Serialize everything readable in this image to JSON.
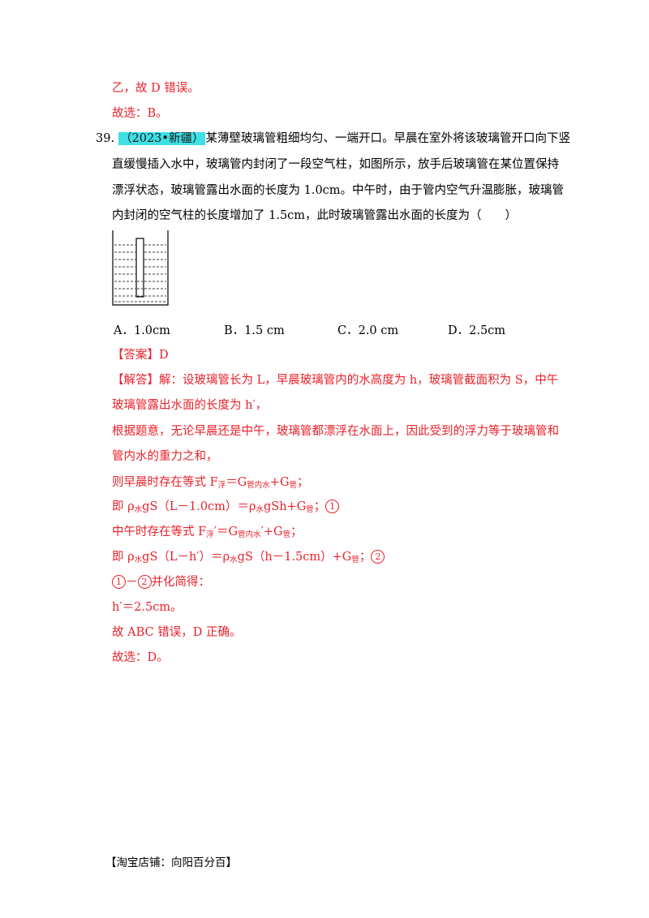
{
  "top_lines": {
    "l1": "乙，故 D 错误。",
    "l2": "故选：B。"
  },
  "question": {
    "number": "39.",
    "tag": "（2023•新疆）",
    "line1_rest": "某薄壁玻璃管粗细均匀、一端开口。早晨在室外将该玻璃管开口向下竖",
    "line2": "直缓慢插入水中，玻璃管内封闭了一段空气柱，如图所示，放手后玻璃管在某位置保持",
    "line3": "漂浮状态，玻璃管露出水面的长度为 1.0cm。中午时，由于管内空气升温膨胀，玻璃管",
    "line4": "内封闭的空气柱的长度增加了 1.5cm，此时玻璃管露出水面的长度为（　　）"
  },
  "options": {
    "a": "A．1.0cm",
    "b": "B．1.5  cm",
    "c": "C．2.0  cm",
    "d": "D．2.5cm"
  },
  "answer": {
    "label": "【答案】",
    "value": "D"
  },
  "solution": {
    "label": "【解答】",
    "s1": "解：设玻璃管长为 L，早晨玻璃管内的水高度为 h，玻璃管截面积为 S，中午",
    "s2": "玻璃管露出水面的长度为 h′，",
    "s3": "根据题意，无论早晨还是中午，玻璃管都漂浮在水面上，因此受到的浮力等于玻璃管和",
    "s4": "管内水的重力之和，",
    "eq1_a": "则早晨时存在等式 F",
    "eq1_sub1": "浮",
    "eq1_b": "＝G",
    "eq1_sub2": "管内水",
    "eq1_c": "+G",
    "eq1_sub3": "管",
    "eq1_d": "；",
    "eq2_a": "即 ρ",
    "eq2_sub1": "水",
    "eq2_b": "gS（L－1.0cm）＝ρ",
    "eq2_sub2": "水",
    "eq2_c": "gSh+G",
    "eq2_sub3": "管",
    "eq2_d": "；",
    "eq2_num": "1",
    "eq3_a": "中午时存在等式 F",
    "eq3_sub1": "浮",
    "eq3_b": "′＝G",
    "eq3_sub2": "管内水",
    "eq3_c": "′+G",
    "eq3_sub3": "管",
    "eq3_d": "；",
    "eq4_a": "即 ρ",
    "eq4_sub1": "水",
    "eq4_b": "gS（L－h′）＝ρ",
    "eq4_sub2": "水",
    "eq4_c": "gS（h－1.5cm）+G",
    "eq4_sub3": "管",
    "eq4_d": "；",
    "eq4_num": "2",
    "s5_num1": "1",
    "s5_mid": "－",
    "s5_num2": "2",
    "s5_rest": "并化简得：",
    "s6": "h′＝2.5cm。",
    "s7": "故 ABC 错误，D 正确。",
    "s8": "故选：D。"
  },
  "footer": "【淘宝店铺：向阳百分百】",
  "colors": {
    "answer_red": "#e8222b",
    "tag_highlight": "#3ee0e6"
  }
}
